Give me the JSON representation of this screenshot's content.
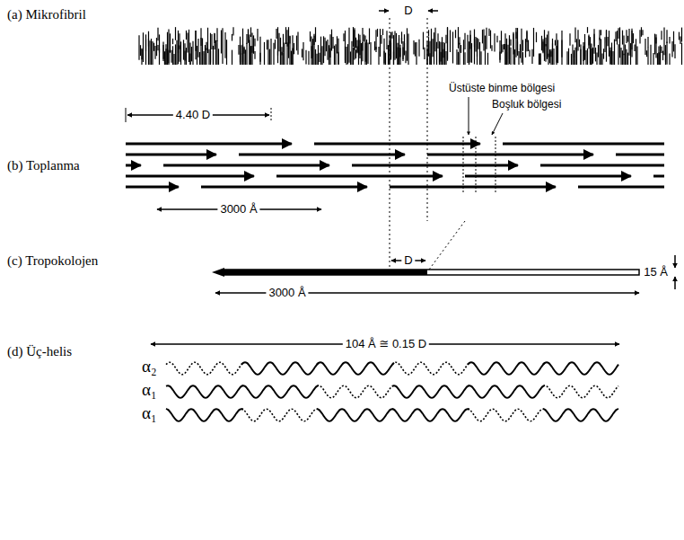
{
  "diagram": {
    "labels": [
      "(a) Mikrofibril",
      "D",
      "Üstüste binme bölgesi",
      "Boşluk bölgesi",
      "(b) Toplanma",
      "4.40 D",
      "3000 Å",
      "(c) Tropokolojen",
      "D",
      "15 Å",
      "3000 Å",
      "(d) Üç-helis",
      "104 Å ≅ 0.15 D",
      "α₂",
      "α₁",
      "α₁"
    ]
  }
}
